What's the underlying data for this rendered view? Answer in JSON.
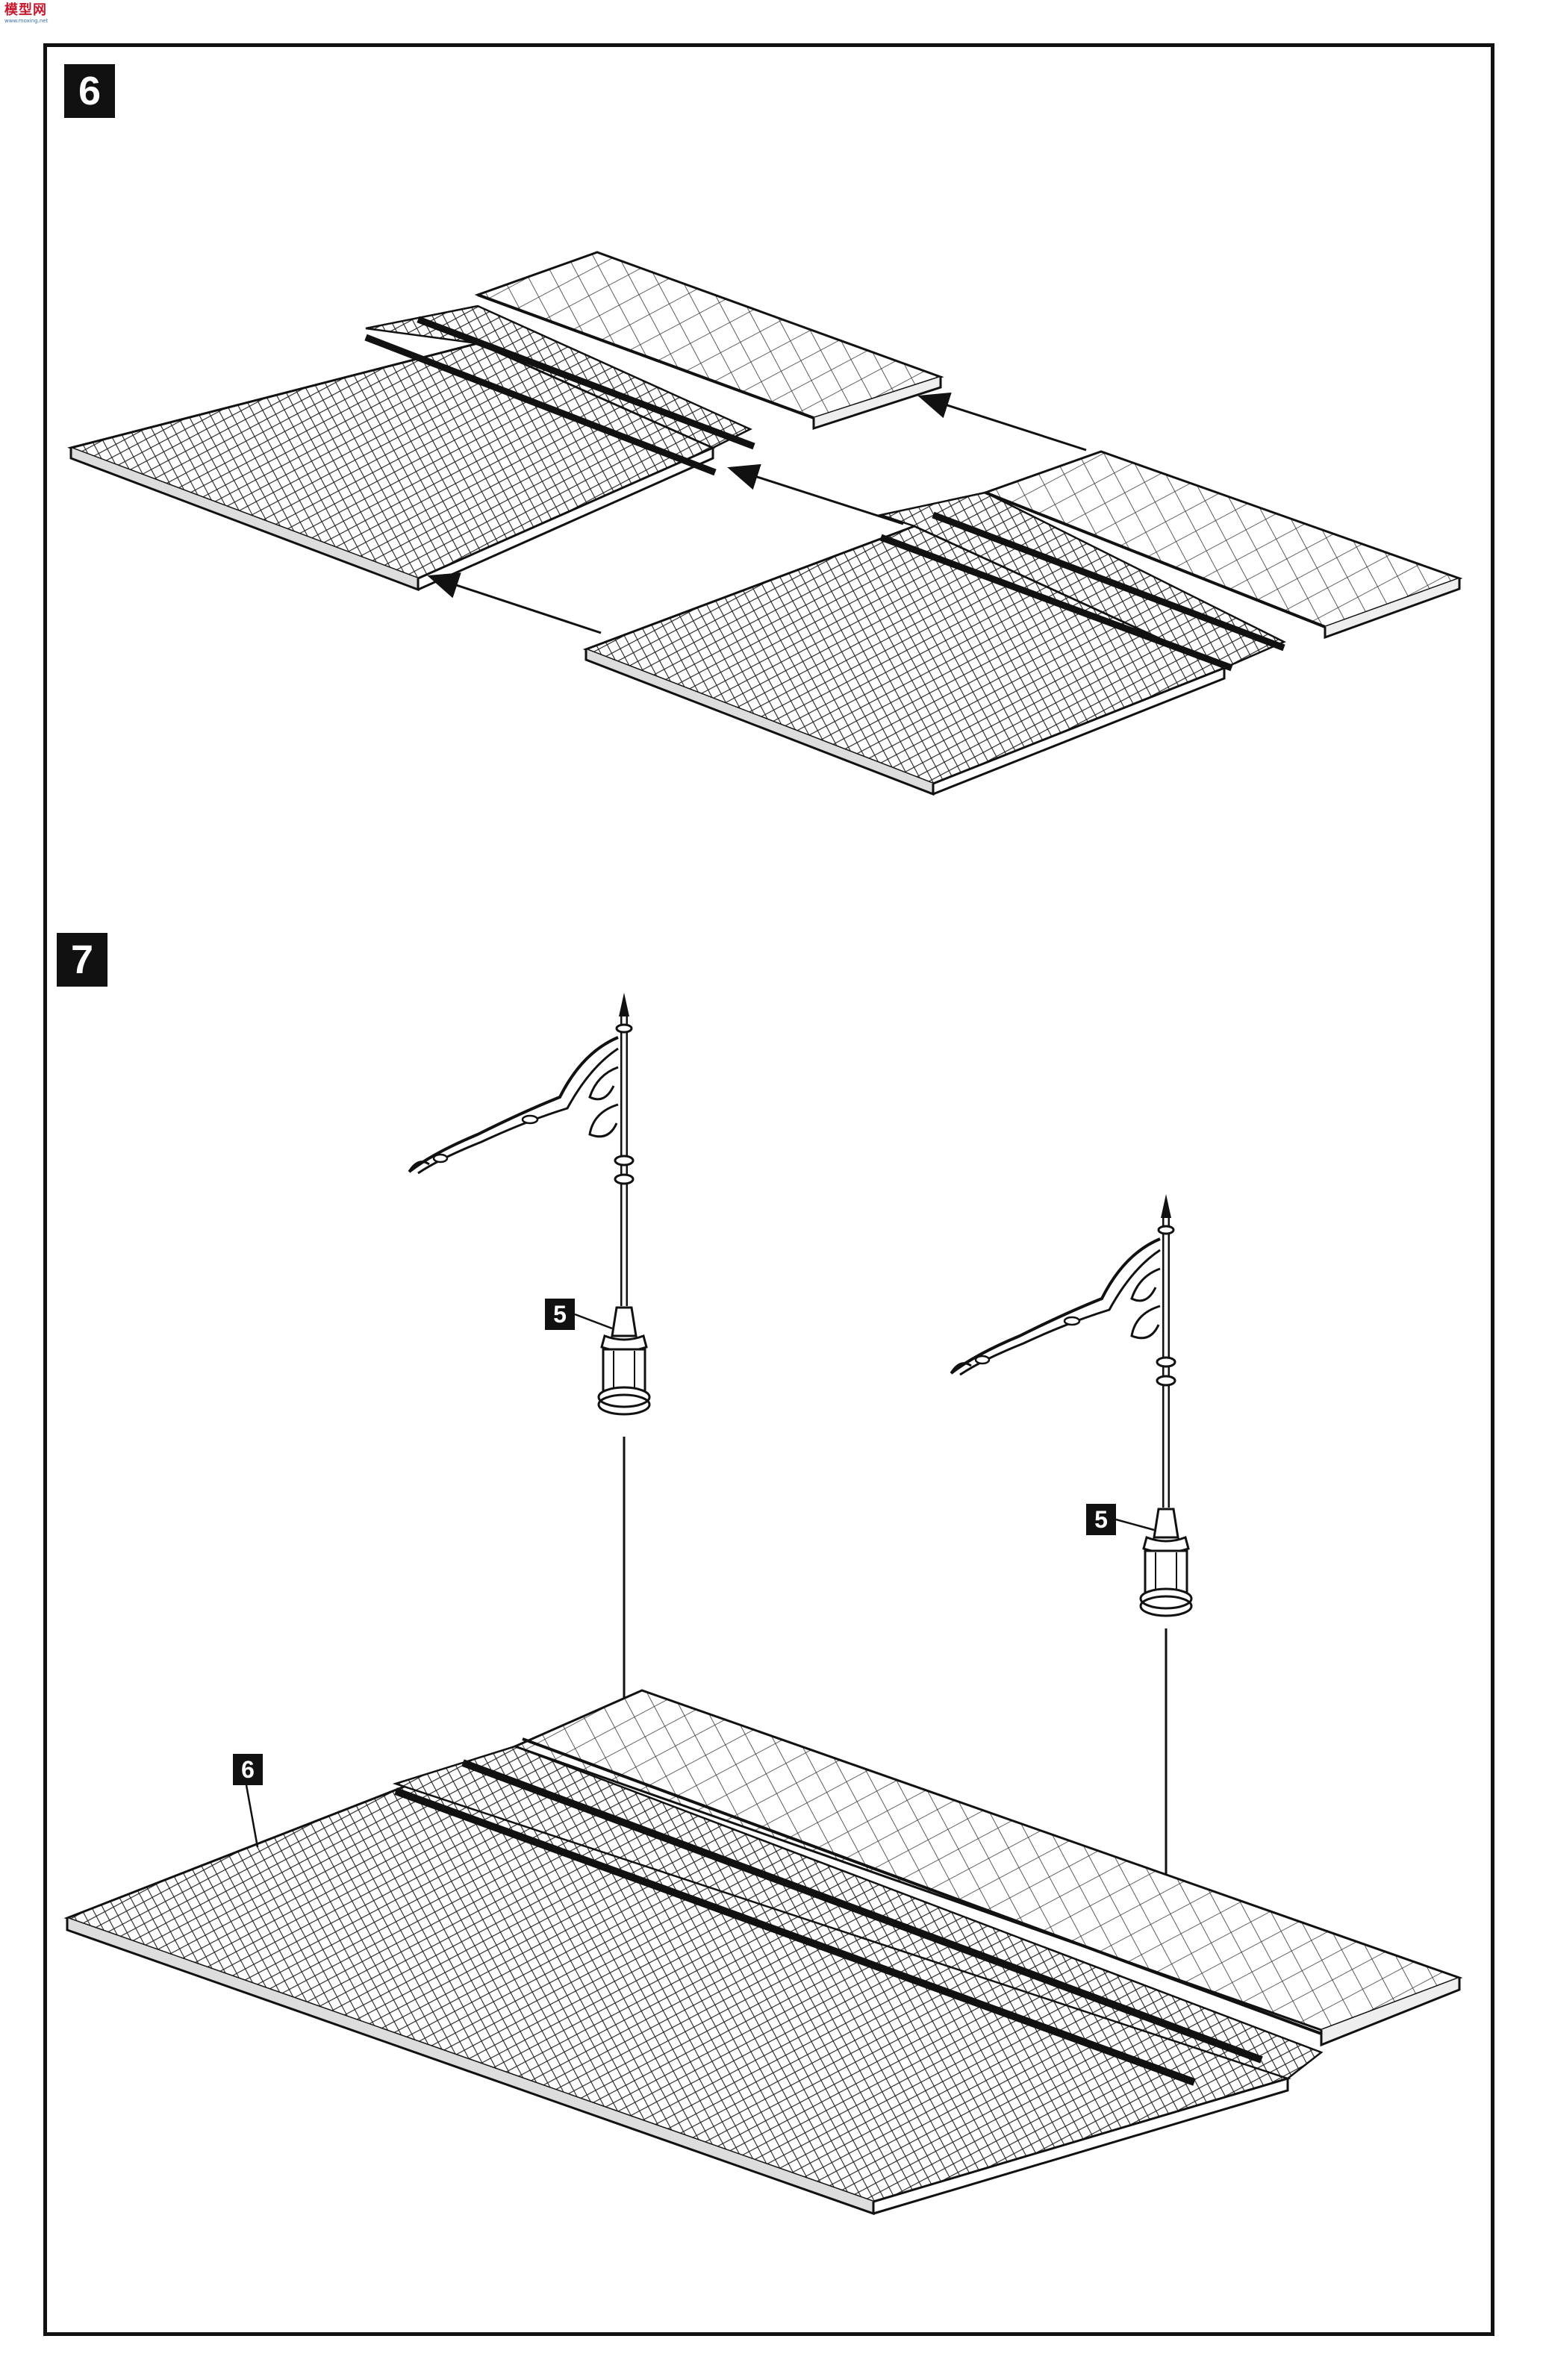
{
  "watermark": {
    "logo_text": "模型网",
    "sub_text": "www.moxing.net"
  },
  "steps": [
    {
      "number": "6"
    },
    {
      "number": "7"
    }
  ],
  "callouts": {
    "lamp_left": "5",
    "lamp_right": "5",
    "base": "6"
  },
  "colors": {
    "ink": "#111111",
    "paper": "#ffffff",
    "watermark_red": "#c8172e",
    "watermark_blue": "#3a6fb0"
  }
}
